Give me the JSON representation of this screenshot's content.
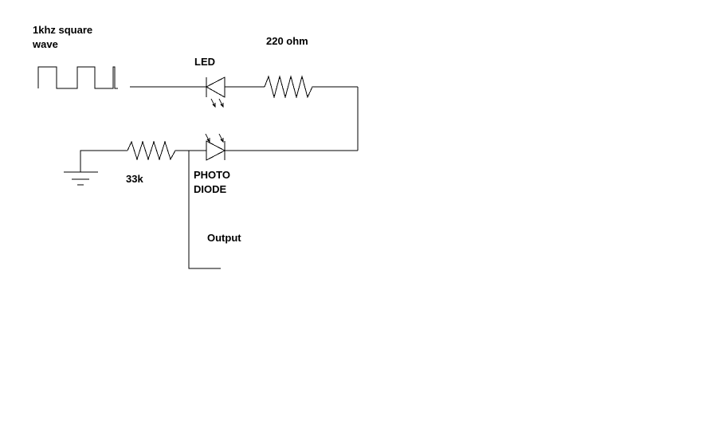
{
  "labels": {
    "source_line1": "1khz square",
    "source_line2": "wave",
    "led": "LED",
    "r_series": "220 ohm",
    "r_load": "33k",
    "photodiode_line1": "PHOTO",
    "photodiode_line2": "DIODE",
    "output": "Output"
  },
  "colors": {
    "background": "#ffffff",
    "ink": "#000000"
  }
}
